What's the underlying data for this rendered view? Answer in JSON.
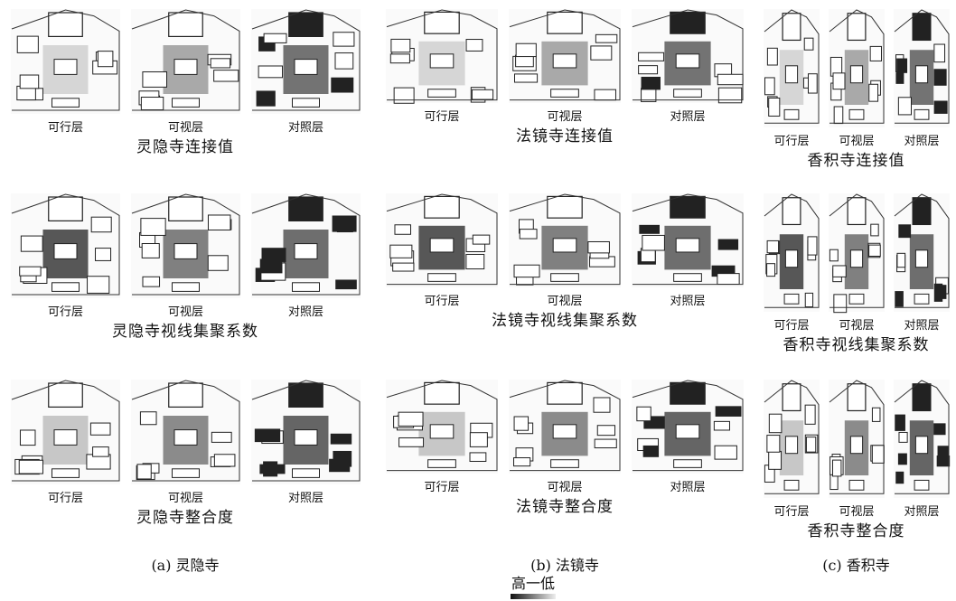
{
  "columns": [
    {
      "caption": "(a) 灵隐寺",
      "rows": [
        {
          "title": "灵隐寺连接值",
          "layers": [
            "可行层",
            "可视层",
            "对照层"
          ]
        },
        {
          "title": "灵隐寺视线集聚系数",
          "layers": [
            "可行层",
            "可视层",
            "对照层"
          ]
        },
        {
          "title": "灵隐寺整合度",
          "layers": [
            "可行层",
            "可视层",
            "对照层"
          ]
        }
      ]
    },
    {
      "caption": "(b) 法镜寺",
      "rows": [
        {
          "title": "法镜寺连接值",
          "layers": [
            "可行层",
            "可视层",
            "对照层"
          ]
        },
        {
          "title": "法镜寺视线集聚系数",
          "layers": [
            "可行层",
            "可视层",
            "对照层"
          ]
        },
        {
          "title": "法镜寺整合度",
          "layers": [
            "可行层",
            "可视层",
            "对照层"
          ]
        }
      ]
    },
    {
      "caption": "(c) 香积寺",
      "rows": [
        {
          "title": "香积寺连接值",
          "layers": [
            "可行层",
            "可视层",
            "对照层"
          ]
        },
        {
          "title": "香积寺视线集聚系数",
          "layers": [
            "可行层",
            "可视层",
            "对照层"
          ]
        },
        {
          "title": "香积寺整合度",
          "layers": [
            "可行层",
            "可视层",
            "对照层"
          ]
        }
      ]
    }
  ],
  "legend": {
    "label": "高一低"
  },
  "colors": {
    "high": "#111111",
    "low": "#eeeeee",
    "line": "#222222"
  }
}
